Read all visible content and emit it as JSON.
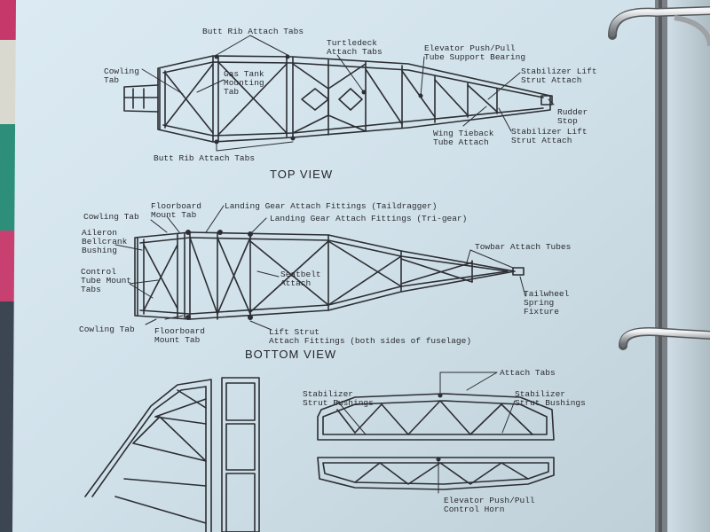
{
  "document": {
    "top_view": {
      "title": "TOP VIEW",
      "labels": {
        "butt_rib_top": "Butt Rib Attach Tabs",
        "turtledeck": "Turtledeck\nAttach Tabs",
        "elevator_bearing": "Elevator Push/Pull\nTube Support Bearing",
        "cowling_tab": "Cowling\nTab",
        "gas_tank": "Gas Tank\nMounting\nTab",
        "stab_lift_top": "Stabilizer Lift\nStrut Attach",
        "rudder_stop": "Rudder\nStop",
        "wing_tieback": "Wing Tieback\nTube Attach",
        "stab_lift_bottom": "Stabilizer Lift\nStrut Attach",
        "butt_rib_bottom": "Butt Rib Attach Tabs"
      }
    },
    "bottom_view": {
      "title": "BOTTOM VIEW",
      "labels": {
        "floorboard_top": "Floorboard\nMount Tab",
        "landing_gear_tail": "Landing Gear Attach Fittings (Taildragger)",
        "landing_gear_tri": "Landing Gear Attach Fittings (Tri-gear)",
        "cowling_tab_top": "Cowling Tab",
        "aileron": "Aileron\nBellcrank\nBushing",
        "towbar": "Towbar Attach Tubes",
        "seatbelt": "Seatbelt\nAttach",
        "control_tube": "Control\nTube Mount\nTabs",
        "tailwheel": "Tailwheel\nSpring\nFixture",
        "cowling_tab_bottom": "Cowling Tab",
        "floorboard_bottom": "Floorboard\nMount Tab",
        "lift_strut": "Lift Strut\nAttach Fittings (both sides of fuselage)"
      }
    },
    "stabilizer": {
      "labels": {
        "attach_tabs": "Attach Tabs",
        "strut_bushings_left": "Stabilizer\nStrut Bushings",
        "strut_bushings_right": "Stabilizer\nStrut Bushings",
        "control_horn": "Elevator Push/Pull\nControl Horn"
      }
    }
  }
}
